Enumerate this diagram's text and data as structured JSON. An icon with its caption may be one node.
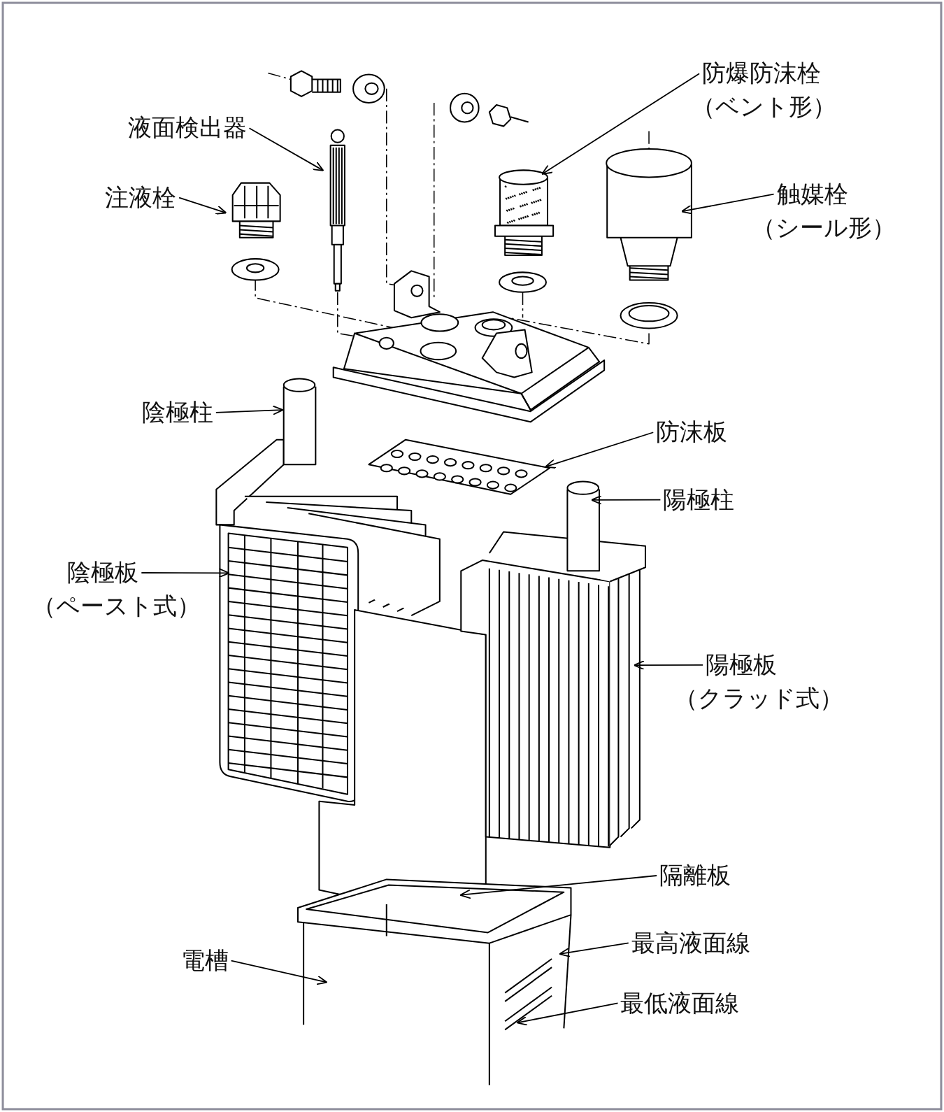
{
  "diagram": {
    "nodes": [
      {
        "text": [
          "防爆防沫栓",
          "（ベント形）"
        ]
      },
      {
        "text": [
          "液面検出器"
        ]
      },
      {
        "text": [
          "注液栓"
        ]
      },
      {
        "text": [
          "触媒栓",
          "（シール形）"
        ]
      },
      {
        "text": [
          "陰極柱"
        ]
      },
      {
        "text": [
          "防沫板"
        ]
      },
      {
        "text": [
          "陽極柱"
        ]
      },
      {
        "text": [
          "陰極板",
          "（ペースト式）"
        ]
      },
      {
        "text": [
          "陽極板",
          "（クラッド式）"
        ]
      },
      {
        "text": [
          "隔離板"
        ]
      },
      {
        "text": [
          "最高液面線"
        ]
      },
      {
        "text": [
          "電槽"
        ]
      },
      {
        "text": [
          "最低液面線"
        ]
      }
    ],
    "edges": [
      {
        "from": 0,
        "to": null,
        "arrow": "to"
      },
      {
        "from": 1,
        "to": null,
        "arrow": "to"
      },
      {
        "from": 2,
        "to": null,
        "arrow": "to"
      },
      {
        "from": 3,
        "to": null,
        "arrow": "to"
      },
      {
        "from": 4,
        "to": null,
        "arrow": "to"
      },
      {
        "from": 5,
        "to": null,
        "arrow": "to"
      },
      {
        "from": 6,
        "to": null,
        "arrow": "to"
      },
      {
        "from": 7,
        "to": null,
        "arrow": "to"
      },
      {
        "from": 8,
        "to": null,
        "arrow": "to"
      },
      {
        "from": 9,
        "to": null,
        "arrow": "to"
      },
      {
        "from": 10,
        "to": null,
        "arrow": "to"
      },
      {
        "from": 11,
        "to": null,
        "arrow": "to"
      },
      {
        "from": 12,
        "to": null,
        "arrow": "to"
      }
    ]
  }
}
